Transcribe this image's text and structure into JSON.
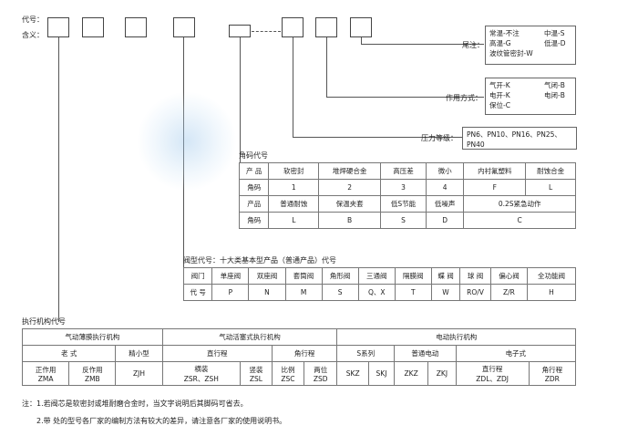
{
  "header": {
    "code_label": "代号：",
    "meaning_label": "含义："
  },
  "remark": {
    "title": "尾注：",
    "items": [
      "常温-不注",
      "中温-S",
      "高温-G",
      "低温-D",
      "波纹管密封-W"
    ]
  },
  "action": {
    "title": "作用方式：",
    "items": [
      "气开-K",
      "气闭-B",
      "电开-K",
      "电闭-B",
      "保位-C"
    ]
  },
  "pressure": {
    "title": "压力等级：",
    "value": "PN6、PN10、PN16、PN25、PN40"
  },
  "angle_table": {
    "title": "角码代号",
    "rows": [
      [
        "产 品",
        "软密封",
        "堆焊硬合金",
        "高压差",
        "微小",
        "内衬氟塑料",
        "耐蚀合金"
      ],
      [
        "角码",
        "1",
        "2",
        "3",
        "4",
        "F",
        "L"
      ],
      [
        "产品",
        "普通耐蚀",
        "保温夹套",
        "低S节能",
        "低噪声",
        "0.2S紧急动作"
      ],
      [
        "角码",
        "L",
        "B",
        "S",
        "D",
        "C"
      ]
    ]
  },
  "valve_table": {
    "title": "阀型代号：十大类基本型产品（普通产品）代号",
    "rows": [
      [
        "阀门",
        "单座阀",
        "双座阀",
        "套筒阀",
        "角形阀",
        "三通阀",
        "隔膜阀",
        "蝶 阀",
        "球 阀",
        "偏心阀",
        "全功能阀"
      ],
      [
        "代 号",
        "P",
        "N",
        "M",
        "S",
        "Q、X",
        "T",
        "W",
        "RO/V",
        "Z/R",
        "H"
      ]
    ]
  },
  "actuator_table": {
    "title": "执行机构代号",
    "groups": [
      "气动薄膜执行机构",
      "气动活塞式执行机构",
      "电动执行机构"
    ],
    "sub": [
      "老 式",
      "精小型",
      "直行程",
      "角行程",
      "S系列",
      "普通电动",
      "电子式"
    ],
    "leaf": [
      [
        "正作用",
        "ZMA"
      ],
      [
        "反作用",
        "ZMB"
      ],
      [
        "ZJH"
      ],
      [
        "横装",
        "ZSR、ZSH"
      ],
      [
        "竖装",
        "ZSL"
      ],
      [
        "比例",
        "ZSC"
      ],
      [
        "两位",
        "ZSD"
      ],
      [
        "SKZ"
      ],
      [
        "SKJ"
      ],
      [
        "ZKZ"
      ],
      [
        "ZKJ"
      ],
      [
        "直行程",
        "ZDL、ZDJ"
      ],
      [
        "角行程",
        "ZDR"
      ]
    ]
  },
  "notes": [
    "注：1.若阀芯是软密封或堆耐磨合金时，当文字说明后其脚码可省去。",
    "2.带  处的型号各厂家的编制方法有较大的差异，请注意各厂家的使用说明书。"
  ]
}
